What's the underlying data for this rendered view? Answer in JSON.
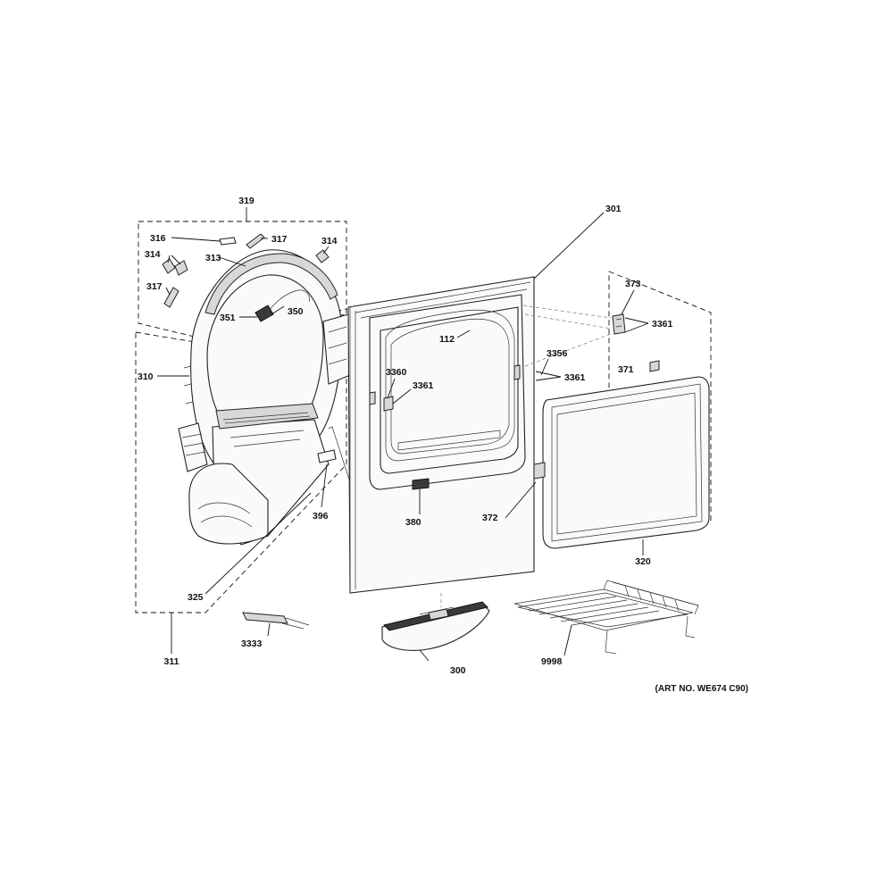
{
  "callouts": {
    "c319": "319",
    "c316": "316",
    "c317a": "317",
    "c314a": "314",
    "c313": "313",
    "c314b": "314",
    "c317b": "317",
    "c351": "351",
    "c350": "350",
    "c310": "310",
    "c325": "325",
    "c396": "396",
    "c311": "311",
    "c3333": "3333",
    "c301": "301",
    "c112": "112",
    "c3360": "3360",
    "c3361a": "3361",
    "c380": "380",
    "c300": "300",
    "c373": "373",
    "c3361b": "3361",
    "c3356": "3356",
    "c3361c": "3361",
    "c371": "371",
    "c372": "372",
    "c320": "320",
    "c9998": "9998"
  },
  "art_number": "(ART NO. WE674 C90)"
}
